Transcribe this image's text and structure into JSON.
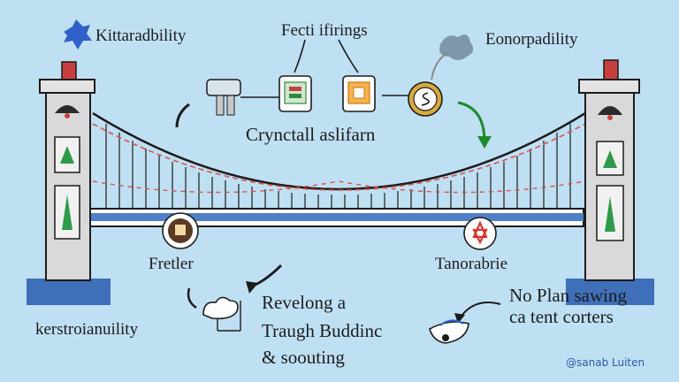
{
  "labels": {
    "top_left": "Kittaradbility",
    "top_center": "Fecti ifirings",
    "top_right": "Eonorpadility",
    "cable_caption": "Crynctall aslifarn",
    "left_deck": "Fretler",
    "right_deck": "Tanorabrie",
    "bottom_left": "kerstroianuility",
    "bottom_center_1": "Revelong a",
    "bottom_center_2": "Traugh Buddinc",
    "bottom_center_3": "& soouting",
    "bottom_right_1": "No Plan sawing",
    "bottom_right_2": "ca tent corters",
    "signature": "@sanab Luiten"
  },
  "icons": {
    "splash": "blue-splash-icon",
    "grey_splash": "grey-splash-icon",
    "tree": "tree-sign-icon",
    "green_card": "green-card-icon",
    "orange_card": "orange-card-icon",
    "coin": "coin-icon",
    "brown_circle": "brown-circle-icon",
    "red_star": "red-star-icon",
    "cloud": "cloud-icon",
    "boat": "boat-icon"
  },
  "colors": {
    "sky": "#bfe0f2",
    "tower": "#d9d9d9",
    "water": "#3f6fb8",
    "deck": "#4f7fc6",
    "cable_accent": "#d9534f",
    "green_arrow": "#1f8a2c",
    "splash_blue": "#2f62c8"
  }
}
